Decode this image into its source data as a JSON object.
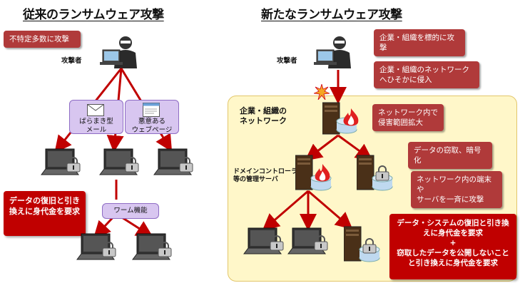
{
  "left": {
    "title": "従来のランサムウェア攻撃",
    "attacker_label": "攻撃者",
    "callout_mass": "不特定多数に攻撃",
    "vector_mail": "ばらまき型\nメール",
    "vector_web": "悪意ある\nウェブページ",
    "worm": "ワーム機能",
    "ransom": "データの復旧と引き換えに身代金を要求"
  },
  "right": {
    "title": "新たなランサムウェア攻撃",
    "attacker_label": "攻撃者",
    "callout_targeted": "企業・組織を標的に攻撃",
    "callout_infiltrate": "企業・組織のネットワークへひそかに侵入",
    "network_label": "企業・組織の\nネットワーク",
    "callout_spread": "ネットワーク内で\n侵害範囲拡大",
    "callout_steal": "データの窃取、暗号化",
    "server_label": "ドメインコントローラ\n等の管理サーバ",
    "callout_terminals": "ネットワーク内の端末や\nサーバを一斉に攻撃",
    "ransom_line1": "データ・システムの復旧と引き換えに身代金を要求",
    "ransom_plus": "+",
    "ransom_line2": "窃取したデータを公開しないことと引き換えに身代金を要求"
  },
  "colors": {
    "arrow": "#c00000",
    "callout": "#b03a3a",
    "ransom_box": "#c00000",
    "vector_box": "#d8c6f0",
    "network_area": "#fff7c9"
  },
  "icons": [
    "attacker-icon",
    "laptop-icon",
    "lock-icon",
    "server-icon",
    "fire-icon",
    "mail-icon",
    "webpage-icon",
    "explosion-icon"
  ]
}
